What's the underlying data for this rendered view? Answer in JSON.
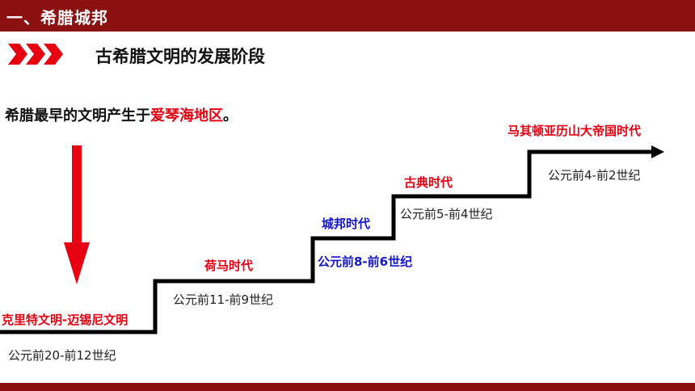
{
  "header": {
    "title": "一、希腊城邦"
  },
  "section": {
    "title": "古希腊文明的发展阶段"
  },
  "intro": {
    "prefix": "希腊最早的文明产生于",
    "highlight": "爱琴海地区",
    "suffix": "。"
  },
  "stages": [
    {
      "name": "克里特文明-迈锡尼文明",
      "period": "公元前20-前12世纪"
    },
    {
      "name": "荷马时代",
      "period": "公元前11-前9世纪"
    },
    {
      "name": "城邦时代",
      "period": "公元前8-前6世纪"
    },
    {
      "name": "古典时代",
      "period": "公元前5-前4世纪"
    },
    {
      "name": "马其顿亚历山大帝国时代",
      "period": "公元前4-前2世纪"
    }
  ],
  "colors": {
    "header_bg": "#8b1010",
    "accent_red": "#e60012",
    "accent_blue": "#1414c8"
  },
  "icons": {
    "chevrons": "triple-chevron-right-icon",
    "down_arrow": "down-arrow-icon",
    "step_arrow": "arrow-right-icon"
  }
}
